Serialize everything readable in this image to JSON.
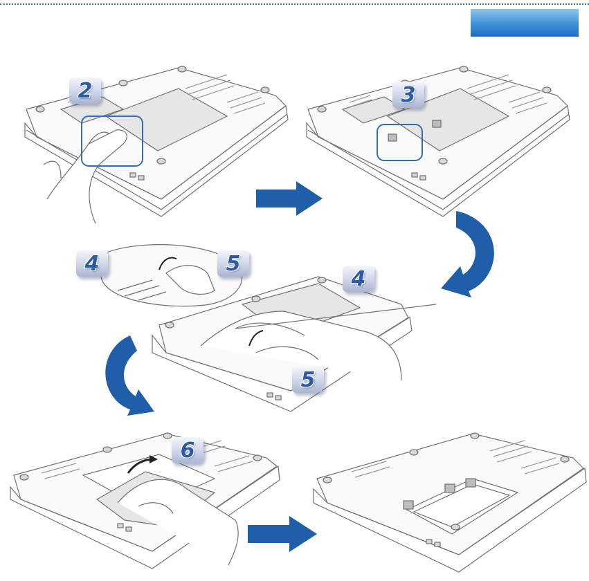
{
  "steps": {
    "panel1_step": "2",
    "panel2_step": "3",
    "panel3_step_a": "4",
    "panel3_step_b": "5",
    "panel3_step_c": "4",
    "panel3_step_d": "5",
    "panel4_step": "6"
  },
  "colors": {
    "accent_blue": "#1f5ea8",
    "header_tab": "#3d8fd6",
    "highlight_box": "#2f6fb0",
    "line_art": "#6f6f6f",
    "cover_fill": "#e6e6e6"
  },
  "icons": {
    "right_arrow": "arrow-right-icon",
    "curved_arrow": "curved-arrow-icon"
  }
}
